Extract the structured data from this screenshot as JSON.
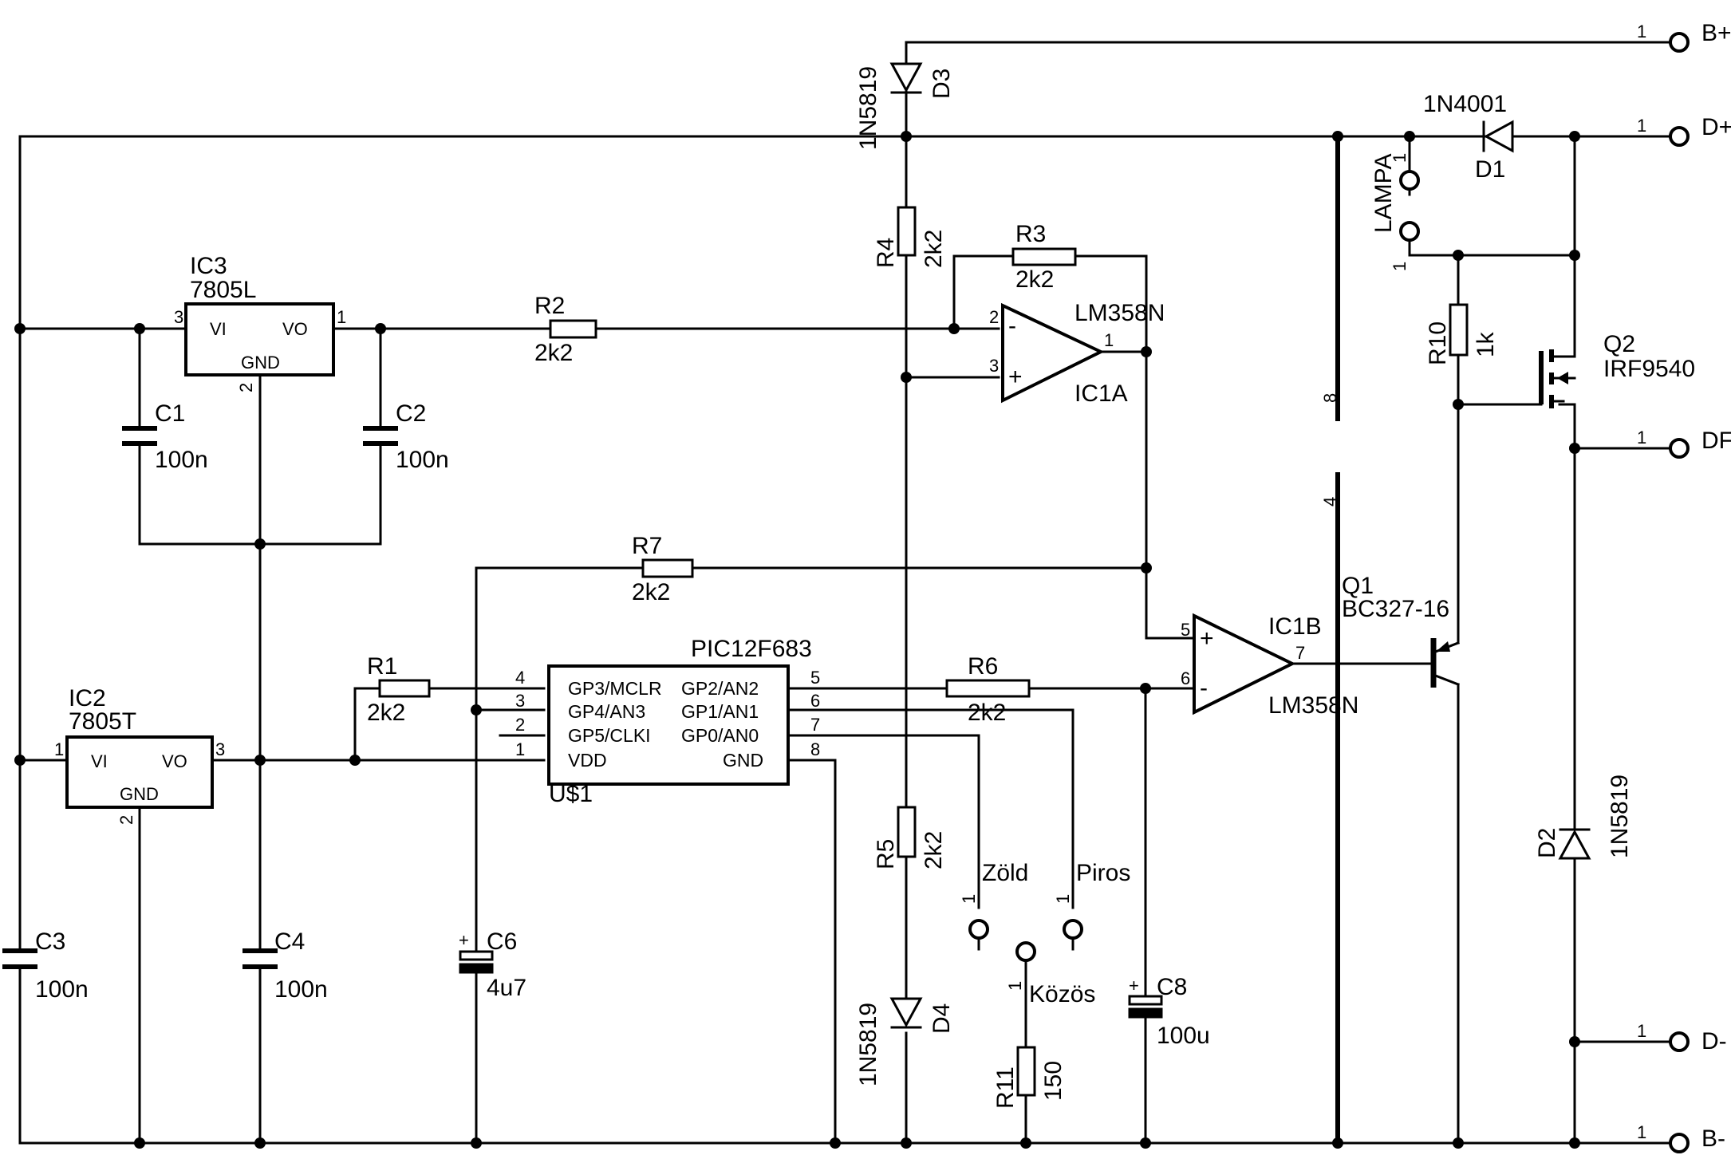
{
  "ic3": {
    "ref": "IC3",
    "part": "7805L",
    "vi": "VI",
    "vo": "VO",
    "gnd": "GND",
    "p1": "1",
    "p2": "2",
    "p3": "3"
  },
  "ic2": {
    "ref": "IC2",
    "part": "7805T",
    "vi": "VI",
    "vo": "VO",
    "gnd": "GND",
    "p1": "1",
    "p2": "2",
    "p3": "3"
  },
  "c1": {
    "ref": "C1",
    "value": "100n"
  },
  "c2": {
    "ref": "C2",
    "value": "100n"
  },
  "c3": {
    "ref": "C3",
    "value": "100n"
  },
  "c4": {
    "ref": "C4",
    "value": "100n"
  },
  "c6": {
    "ref": "C6",
    "value": "4u7"
  },
  "c8": {
    "ref": "C8",
    "value": "100u"
  },
  "polarity_plus": "+",
  "r1": {
    "ref": "R1",
    "value": "2k2"
  },
  "r2": {
    "ref": "R2",
    "value": "2k2"
  },
  "r3": {
    "ref": "R3",
    "value": "2k2"
  },
  "r4": {
    "ref": "R4",
    "value": "2k2"
  },
  "r5": {
    "ref": "R5",
    "value": "2k2"
  },
  "r6": {
    "ref": "R6",
    "value": "2k2"
  },
  "r7": {
    "ref": "R7",
    "value": "2k2"
  },
  "r10": {
    "ref": "R10",
    "value": "1k"
  },
  "r11": {
    "ref": "R11",
    "value": "150"
  },
  "d1": {
    "ref": "D1",
    "part": "1N4001"
  },
  "d2": {
    "ref": "D2",
    "part": "1N5819"
  },
  "d3": {
    "ref": "D3",
    "part": "1N5819"
  },
  "d4": {
    "ref": "D4",
    "part": "1N5819"
  },
  "ic1a": {
    "ref": "IC1A",
    "part": "LM358N",
    "pin_inv": "2",
    "pin_noninv": "3",
    "pin_out": "1",
    "minus": "-",
    "plus": "+"
  },
  "ic1b": {
    "ref": "IC1B",
    "part": "LM358N",
    "pin_noninv": "5",
    "pin_inv": "6",
    "pin_out": "7",
    "minus": "-",
    "plus": "+"
  },
  "mcu": {
    "ref": "U$1",
    "part": "PIC12F683",
    "left_pins": [
      {
        "num": "4",
        "name": "GP3/MCLR"
      },
      {
        "num": "3",
        "name": "GP4/AN3"
      },
      {
        "num": "2",
        "name": "GP5/CLKI"
      },
      {
        "num": "1",
        "name": "VDD"
      }
    ],
    "right_pins": [
      {
        "num": "5",
        "name": "GP2/AN2"
      },
      {
        "num": "6",
        "name": "GP1/AN1"
      },
      {
        "num": "7",
        "name": "GP0/AN0"
      },
      {
        "num": "8",
        "name": "GND"
      }
    ]
  },
  "q1": {
    "ref": "Q1",
    "part": "BC327-16"
  },
  "q2": {
    "ref": "Q2",
    "part": "IRF9540"
  },
  "supply_pins": {
    "p8": "8",
    "p4": "4"
  },
  "lampa": {
    "label": "LAMPA",
    "pin_top": "1",
    "pin_bottom": "1"
  },
  "leds": {
    "green": {
      "label": "Zöld",
      "pin": "1"
    },
    "red": {
      "label": "Piros",
      "pin": "1"
    },
    "common": {
      "label": "Közös",
      "pin": "1"
    }
  },
  "terminals": [
    {
      "label": "B+",
      "pin": "1"
    },
    {
      "label": "D+",
      "pin": "1"
    },
    {
      "label": "DF",
      "pin": "1"
    },
    {
      "label": "D-",
      "pin": "1"
    },
    {
      "label": "B-",
      "pin": "1"
    }
  ]
}
